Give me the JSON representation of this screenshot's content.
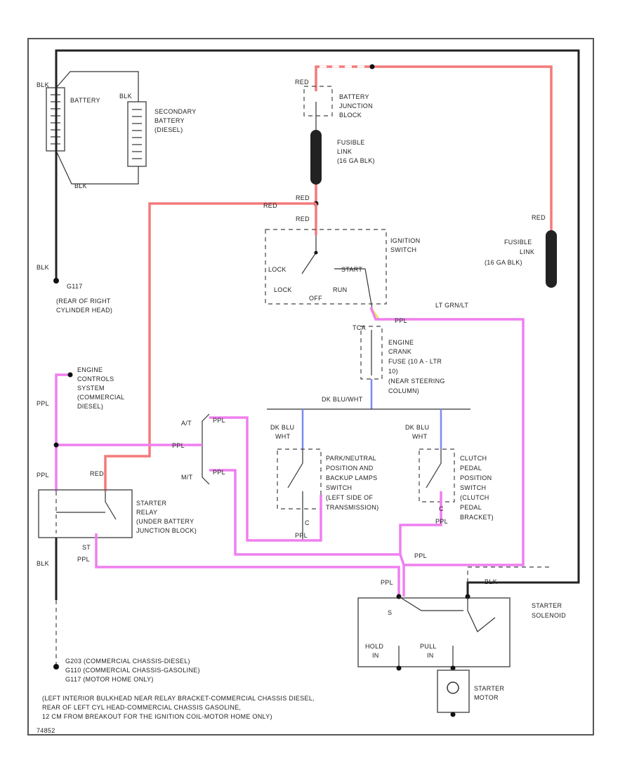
{
  "labels": {
    "blk_batt": "BLK",
    "battery": "BATTERY",
    "blk_sec": "BLK",
    "secondary_battery": [
      "SECONDARY",
      "BATTERY",
      "(DIESEL)"
    ],
    "blk_bottom": "BLK",
    "blk_g": "BLK",
    "g117": "G117",
    "g117_loc": [
      "(REAR OF RIGHT",
      "CYLINDER HEAD)"
    ],
    "red_jb": "RED",
    "battery_junction_block": [
      "BATTERY",
      "JUNCTION",
      "BLOCK"
    ],
    "fusible_link_1": [
      "FUSIBLE",
      "LINK",
      "(16 GA BLK)"
    ],
    "red_fl": "RED",
    "red_wire": "RED",
    "red_sw": "RED",
    "ignition_switch": [
      "IGNITION",
      "SWITCH"
    ],
    "lock": "LOCK",
    "start": "START",
    "lock2": "LOCK",
    "off": "OFF",
    "run": "RUN",
    "red_fl2": "RED",
    "fusible_link_2": [
      "FUSIBLE",
      "LINK",
      "(16 GA BLK)"
    ],
    "lt_grn_ylw": "LT GRN/LT",
    "ppl_ign": "PPL",
    "tca": "TCA",
    "fuse_block": [
      "ENGINE",
      "CRANK",
      "FUSE (10 A - LTR",
      "10)",
      "(NEAR STEERING",
      "COLUMN)"
    ],
    "dk_blu_wht": "DK BLU/WHT",
    "engine_control": [
      "ENGINE",
      "CONTROLS",
      "SYSTEM",
      "(COMMERCIAL",
      "DIESEL)"
    ],
    "ppl_ec": "PPL",
    "at": "A/T",
    "mt": "M/T",
    "ppl_at": "PPL",
    "ppl_mt": "PPL",
    "ppl_left": "PPL",
    "dk_blu_wht_a": [
      "DK BLU",
      "WHT"
    ],
    "dk_blu_wht_b": [
      "DK BLU",
      "WHT"
    ],
    "park_neutral_switch": [
      "PARK/NEUTRAL",
      "POSITION AND",
      "BACKUP LAMPS",
      "SWITCH",
      "(LEFT SIDE OF",
      "TRANSMISSION)"
    ],
    "clutch_switch": [
      "CLUTCH",
      "PEDAL",
      "POSITION",
      "SWITCH",
      "(CLUTCH",
      "PEDAL",
      "BRACKET)"
    ],
    "c_pn": "C",
    "ppl_pn": "PPL",
    "c_cl": "C",
    "ppl_cl": "PPL",
    "red_relay": "RED",
    "starter_relay": [
      "STARTER",
      "RELAY",
      "(UNDER BATTERY",
      "JUNCTION BLOCK)"
    ],
    "blk_relay": "BLK",
    "st": "ST",
    "ppl_st": "PPL",
    "ppl_st2": "PPL",
    "ppl_sol": "PPL",
    "s_term": "S",
    "blk_sol": "BLK",
    "starter_solenoid": [
      "STARTER",
      "SOLENOID"
    ],
    "hold_in": [
      "HOLD",
      "IN"
    ],
    "pull_in": [
      "PULL",
      "IN"
    ],
    "starter_motor": [
      "STARTER",
      "MOTOR"
    ],
    "grounds": [
      "G203 (COMMERCIAL CHASSIS-DIESEL)",
      "G110 (COMMERCIAL CHASSIS-GASOLINE)",
      "G117 (MOTOR HOME ONLY)"
    ],
    "ground_locations": [
      "(LEFT INTERIOR BULKHEAD NEAR RELAY BRACKET-COMMERCIAL CHASSIS DIESEL,",
      "REAR OF LEFT CYL HEAD-COMMERCIAL CHASSIS GASOLINE,",
      "12 CM FROM BREAKOUT FOR THE IGNITION COIL-MOTOR HOME ONLY)"
    ],
    "figure_id": "74852"
  },
  "colors": {
    "red_wire": "#f47a7a",
    "ppl_wire": "#f07ef0",
    "blue_wire": "#7a8cf0",
    "yellow_wire": "#e8e84a",
    "black_wire": "#222222"
  }
}
